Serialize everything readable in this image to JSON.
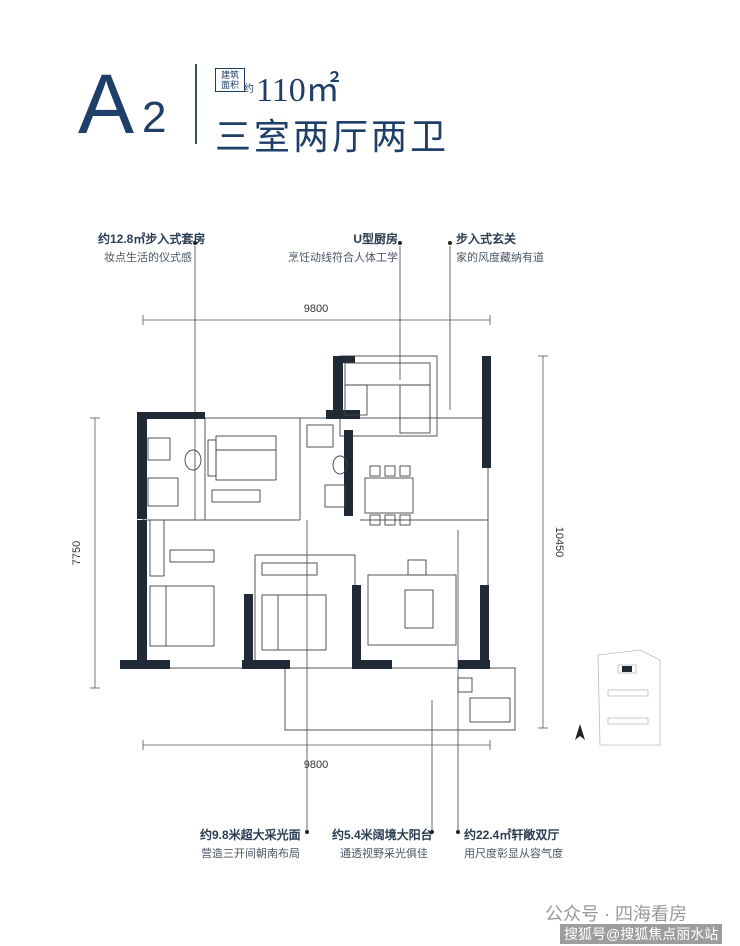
{
  "header": {
    "unit_letter": "A",
    "unit_number": "2",
    "area_label": "建筑面积",
    "area_approx": "约",
    "area_value": "110㎡",
    "layout_name": "三室两厅两卫"
  },
  "callouts": {
    "suite": {
      "title": "约12.8㎡步入式套房",
      "sub": "妆点生活的仪式感"
    },
    "kitchen": {
      "title": "U型厨房",
      "sub": "烹饪动线符合人体工学"
    },
    "entrance": {
      "title": "步入式玄关",
      "sub": "家的风度藏纳有道"
    },
    "lighting": {
      "title": "约9.8米超大采光面",
      "sub": "营造三开间朝南布局"
    },
    "balcony": {
      "title": "约5.4米阔境大阳台",
      "sub": "通透视野采光俱佳"
    },
    "living": {
      "title": "约22.4㎡轩敞双厅",
      "sub": "用尺度彰显从容气度"
    }
  },
  "dimensions": {
    "top": "9800",
    "bottom": "9800",
    "left": "7750",
    "right": "10450"
  },
  "watermark": {
    "line1": "公众号 · 四海看房",
    "line2": "搜狐号@搜狐焦点丽水站"
  },
  "colors": {
    "brand": "#1e3f67",
    "wall": "#1f2a36"
  }
}
